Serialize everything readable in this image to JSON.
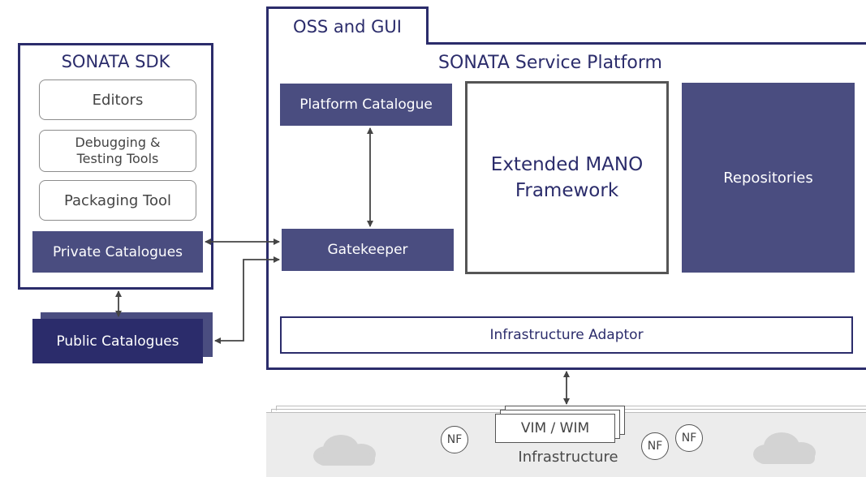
{
  "sdk": {
    "title": "SONATA SDK",
    "tools": {
      "editors": "Editors",
      "debugging_line1": "Debugging &",
      "debugging_line2": "Testing Tools",
      "packaging": "Packaging Tool"
    },
    "private_catalogues": "Private Catalogues"
  },
  "public_catalogues": "Public Catalogues",
  "platform": {
    "oss_tab": "OSS and GUI",
    "title": "SONATA Service Platform",
    "platform_catalogue": "Platform Catalogue",
    "gatekeeper": "Gatekeeper",
    "mano_line1": "Extended MANO",
    "mano_line2": "Framework",
    "repositories": "Repositories",
    "infrastructure_adaptor": "Infrastructure Adaptor"
  },
  "infrastructure": {
    "vim_wim": "VIM / WIM",
    "label": "Infrastructure",
    "nf_labels": [
      "NF",
      "NF",
      "NF"
    ]
  },
  "colors": {
    "navy": "#4a4d80",
    "navy_dark": "#2b2c6b",
    "gray": "#ececec"
  }
}
